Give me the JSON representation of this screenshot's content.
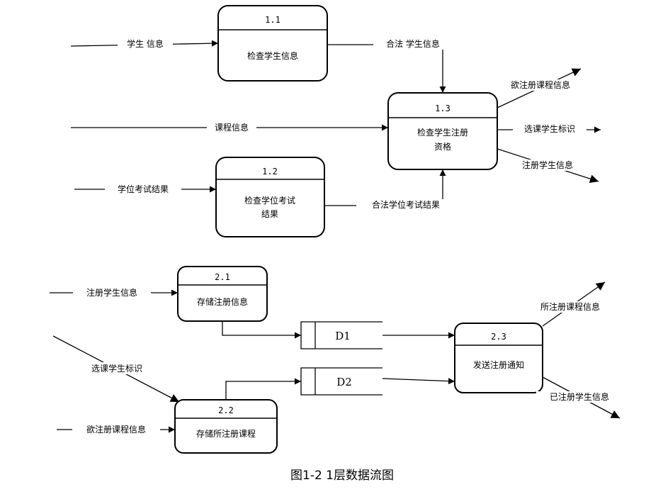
{
  "processes": {
    "p11": {
      "id": "1.1",
      "name": "检查学生信息"
    },
    "p12": {
      "id": "1.2",
      "name_line1": "检查学位考试",
      "name_line2": "结果"
    },
    "p13": {
      "id": "1.3",
      "name_line1": "检查学生注册",
      "name_line2": "资格"
    },
    "p21": {
      "id": "2.1",
      "name": "存储注册信息"
    },
    "p22": {
      "id": "2.2",
      "name": "存储所注册课程"
    },
    "p23": {
      "id": "2.3",
      "name": "发送注册通知"
    }
  },
  "stores": {
    "d1": "D1",
    "d2": "D2"
  },
  "flows": {
    "student_info": "学生 信息",
    "legal_student_info": "合法 学生信息",
    "course_info": "课程信息",
    "degree_exam_result": "学位考试结果",
    "legal_degree_exam_result": "合法学位考试结果",
    "wish_course_info_out": "欲注册课程信息",
    "course_student_id_out": "选课学生标识",
    "reg_student_info_out": "注册学生信息",
    "reg_student_info_in": "注册学生信息",
    "course_student_id_in": "选课学生标识",
    "wish_course_info_in": "欲注册课程信息",
    "registered_course_info": "所注册课程信息",
    "registered_student_info": "已注册学生信息"
  },
  "caption": "图1-2 1层数据流图"
}
